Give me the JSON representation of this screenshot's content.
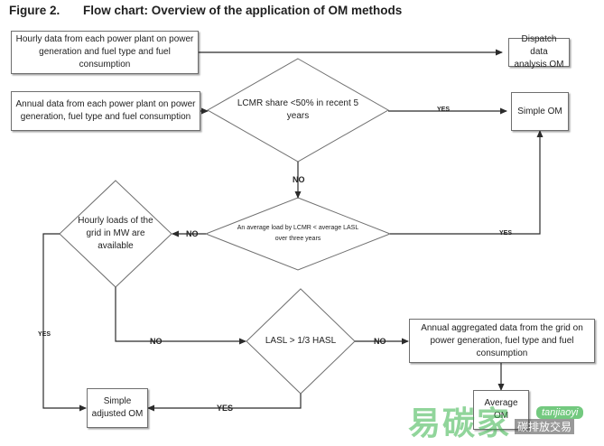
{
  "figure": {
    "number": "Figure 2.",
    "title": "Flow chart: Overview of the application of OM methods"
  },
  "boxes": {
    "hourly_data": "Hourly data from each power plant on power generation and fuel type and fuel consumption",
    "dispatch": "Dispatch data analysis OM",
    "annual_data": "Annual data from each power plant on power generation, fuel type and fuel consumption",
    "simple_om": "Simple OM",
    "annual_grid": "Annual aggregated data from the grid on power generation, fuel type and fuel consumption",
    "average_om": "Average OM",
    "simple_adjusted": "Simple adjusted OM"
  },
  "decisions": {
    "lcmr": "LCMR share <50% in recent 5 years",
    "average_load": "An average load by LCMR < average LASL over three years",
    "hourly_loads": "Hourly loads of the grid in MW are available",
    "lasl": "LASL > 1/3 HASL"
  },
  "edge_labels": {
    "lcmr_yes": "YES",
    "lcmr_no": "NO",
    "avg_yes": "YES",
    "avg_no": "NO",
    "hourly_no": "NO",
    "hourly_yes": "YES",
    "lasl_no": "NO",
    "lasl_yes": "YES"
  },
  "watermark": {
    "brand": "易碳家",
    "tag": "tanjiaoyi",
    "sub": "碳排放交易"
  },
  "colors": {
    "line": "#2b2b2b",
    "box_border": "#6f6f6f",
    "watermark": "#38b34a"
  }
}
